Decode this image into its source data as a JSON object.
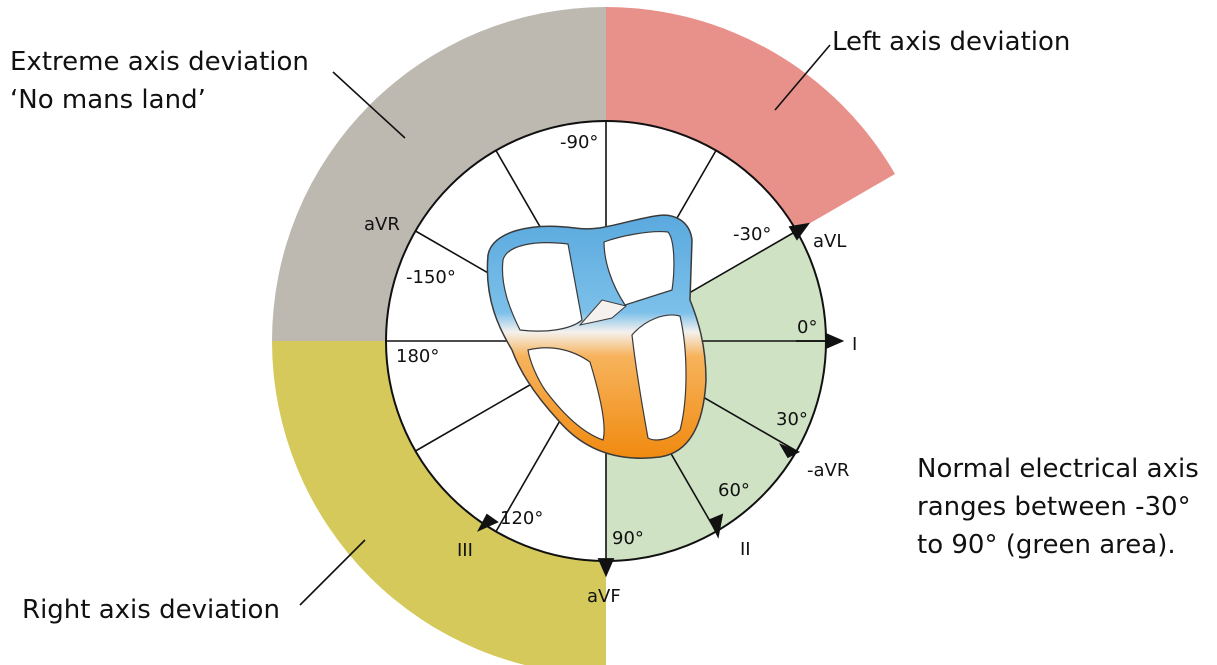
{
  "diagram": {
    "annotations": {
      "extreme_line1": "Extreme axis deviation",
      "extreme_line2": "‘No mans land’",
      "left": "Left axis deviation",
      "right": "Right axis deviation",
      "normal_line1": "Normal electrical axis",
      "normal_line2": "ranges between -30°",
      "normal_line3": "to 90° (green area)."
    },
    "degrees": {
      "neg90": "-90°",
      "neg30": "-30°",
      "zero": "0°",
      "thirty": "30°",
      "sixty": "60°",
      "ninety": "90°",
      "onetwenty": "120°",
      "oneeighty": "180°",
      "neg150": "-150°"
    },
    "leads": {
      "I": "I",
      "II": "II",
      "III": "III",
      "aVL": "aVL",
      "aVR": "aVR",
      "aVF": "aVF",
      "neg_aVR": "-aVR"
    },
    "colors": {
      "normal_green": "#cfe3c4",
      "left_red": "#e8908a",
      "extreme_gray": "#bdb9b1",
      "right_yellow": "#d4c95a",
      "heart_blue": "#5aa9de",
      "heart_orange": "#f08a10"
    }
  }
}
